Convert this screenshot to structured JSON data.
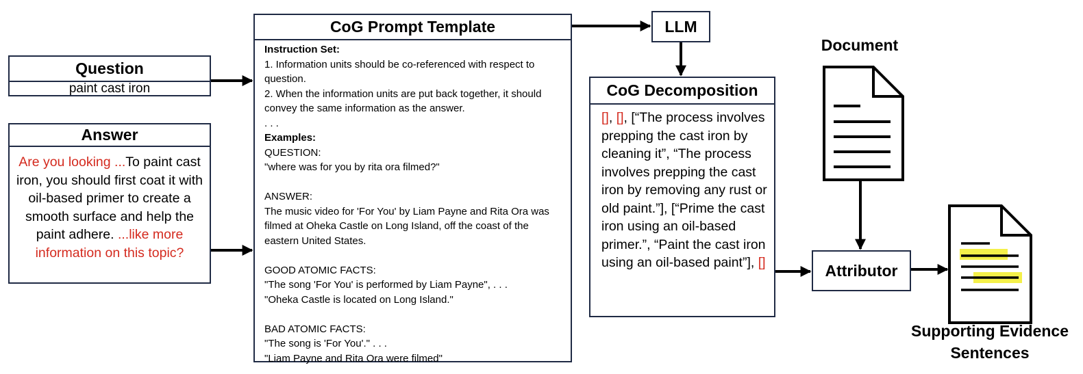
{
  "question": {
    "title": "Question",
    "text": "paint cast iron"
  },
  "answer": {
    "title": "Answer",
    "segments": [
      {
        "text": "Are you looking ...",
        "highlight": true
      },
      {
        "text": "To paint cast iron, you should first coat it with oil-based primer to create a smooth surface and help the paint adhere. ",
        "highlight": false
      },
      {
        "text": "...like more information on this topic?",
        "highlight": true
      }
    ]
  },
  "prompt": {
    "title": "CoG Prompt Template",
    "lines": [
      {
        "text": "Instruction Set:",
        "bold": true
      },
      {
        "text": "1. Information units should be co-referenced with respect to question.",
        "bold": false
      },
      {
        "text": "2. When the information units are put back together, it should convey the same information as the answer.",
        "bold": false
      },
      {
        "text": ". . .",
        "bold": false
      },
      {
        "text": "Examples:",
        "bold": true
      },
      {
        "text": "QUESTION:",
        "bold": false
      },
      {
        "text": "\"where was for you by rita ora filmed?\"",
        "bold": false
      },
      {
        "text": "",
        "bold": false
      },
      {
        "text": "ANSWER:",
        "bold": false
      },
      {
        "text": "The music video for 'For You' by Liam Payne and Rita Ora was filmed at Oheka Castle on Long Island, off the coast of the eastern United States.",
        "bold": false
      },
      {
        "text": "",
        "bold": false
      },
      {
        "text": "GOOD ATOMIC FACTS:",
        "bold": false
      },
      {
        "text": "\"The song 'For You' is performed by Liam Payne\", . . .",
        "bold": false
      },
      {
        "text": "\"Oheka Castle is located on Long Island.\"",
        "bold": false
      },
      {
        "text": "",
        "bold": false
      },
      {
        "text": "BAD ATOMIC FACTS:",
        "bold": false
      },
      {
        "text": "\"The song is 'For You'.\" . . .",
        "bold": false
      },
      {
        "text": "\"Liam Payne and Rita Ora were filmed\"",
        "bold": false
      }
    ]
  },
  "llm": {
    "label": "LLM"
  },
  "decomposition": {
    "title": "CoG Decomposition",
    "segments": [
      {
        "text": "[]",
        "highlight": true
      },
      {
        "text": ", ",
        "highlight": false
      },
      {
        "text": "[]",
        "highlight": true
      },
      {
        "text": ", [“The process involves prepping the cast iron by cleaning it”, “The process involves prepping the cast iron by removing any rust or old paint.”], [“Prime the cast iron using an oil-based primer.”, “Paint the cast iron using an oil-based paint”], ",
        "highlight": false
      },
      {
        "text": "[]",
        "highlight": true
      }
    ]
  },
  "attributor": {
    "label": "Attributor"
  },
  "document": {
    "label": "Document"
  },
  "evidence": {
    "label": "Supporting Evidence Sentences"
  },
  "colors": {
    "highlight_text": "#d42a1e",
    "border": "#1f2a44",
    "marker": "#f4f04a"
  }
}
